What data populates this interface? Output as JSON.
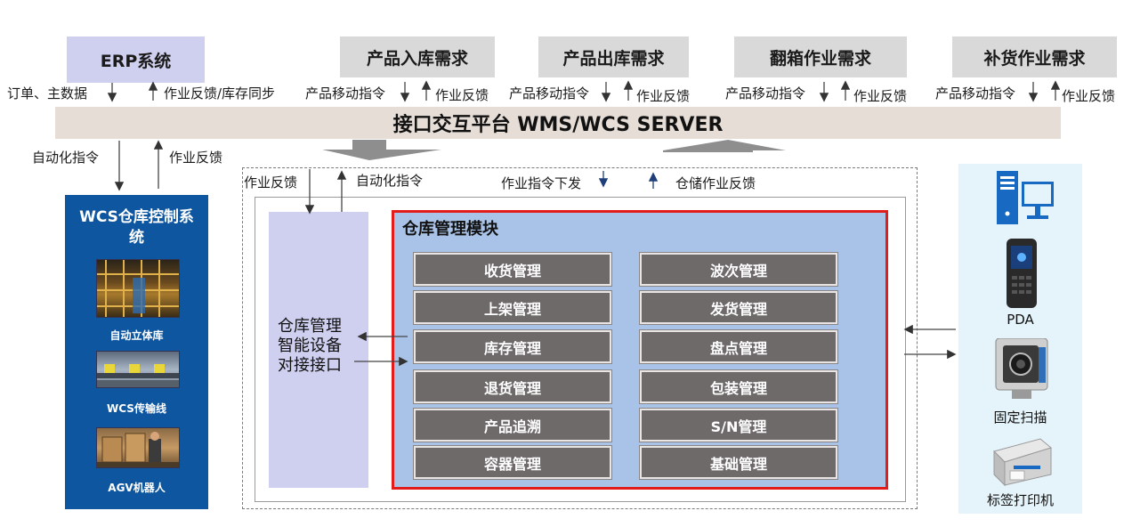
{
  "top_boxes": {
    "erp": "ERP系统",
    "inbound": "产品入库需求",
    "outbound": "产品出库需求",
    "repack": "翻箱作业需求",
    "replenish": "补货作业需求"
  },
  "top_labels": {
    "erp_down": "订单、主数据",
    "erp_up": "作业反馈/库存同步",
    "cmd": "产品移动指令",
    "feedback": "作业反馈"
  },
  "banner": "接口交互平台 WMS/WCS SERVER",
  "mid_labels": {
    "auto_cmd": "自动化指令",
    "feedback": "作业反馈",
    "task_down": "作业指令下发",
    "storage_feedback": "仓储作业反馈"
  },
  "wcs": {
    "title": "WCS仓库控制系统",
    "items": [
      "自动立体库",
      "WCS传输线",
      "AGV机器人"
    ]
  },
  "interface_box": {
    "lines": [
      "仓库管理",
      "智能设备",
      "对接接口"
    ]
  },
  "module": {
    "title": "仓库管理模块",
    "left": [
      "收货管理",
      "上架管理",
      "库存管理",
      "退货管理",
      "产品追溯",
      "容器管理"
    ],
    "right": [
      "波次管理",
      "发货管理",
      "盘点管理",
      "包装管理",
      "S/N管理",
      "基础管理"
    ]
  },
  "devices": [
    "PDA",
    "固定扫描",
    "标签打印机"
  ],
  "colors": {
    "erp_box": "#cfcfef",
    "req_box": "#d9d9d9",
    "banner": "#e6ddd6",
    "wcs_panel": "#0e56a0",
    "module_bg": "#a9c3e8",
    "module_border": "#e21b1b",
    "module_button": "#6f6a6a",
    "device_panel": "#e5f3fa"
  }
}
